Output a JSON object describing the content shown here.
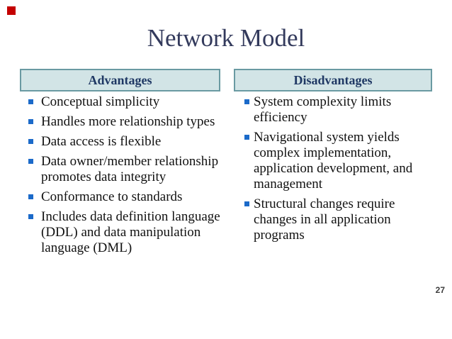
{
  "slide": {
    "title": "Network Model",
    "page_number": "27",
    "columns": [
      {
        "header": "Advantages",
        "items": [
          "Conceptual simplicity",
          "Handles more relationship types",
          "Data access is flexible",
          "Data owner/member relationship promotes data integrity",
          "Conformance to standards",
          "Includes data definition language (DDL) and data manipulation language (DML)"
        ]
      },
      {
        "header": "Disadvantages",
        "items": [
          "System complexity limits efficiency",
          "Navigational system yields complex implementation, application development, and management",
          "Structural changes require changes in all application programs"
        ]
      }
    ],
    "colors": {
      "title_text": "#333a5c",
      "header_fill": "#d2e4e6",
      "header_border": "#6a9aa2",
      "header_text": "#1f3864",
      "bullet_square": "#1b6ac9",
      "body_text": "#111111",
      "red_marker": "#c40000"
    }
  }
}
